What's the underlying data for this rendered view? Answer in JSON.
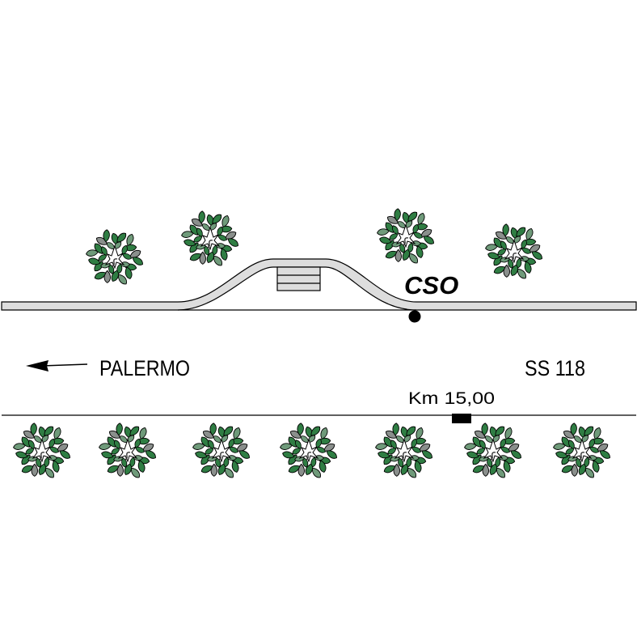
{
  "map": {
    "direction_label": "PALERMO",
    "road_label": "SS 118",
    "km_label": "Km 15,00",
    "station_label": "CSO",
    "colors": {
      "road_fill": "#dddddd",
      "outline": "#000000",
      "tree_dark": "#2f7d43",
      "tree_mid": "#6f9a7a",
      "tree_gray": "#8a8f8c",
      "background": "#ffffff"
    },
    "icons": {
      "tree": "tree-icon",
      "station": "station-dot-icon",
      "km_marker": "km-marker-icon",
      "direction": "arrow-left-icon",
      "stairs": "stairs-icon"
    }
  }
}
